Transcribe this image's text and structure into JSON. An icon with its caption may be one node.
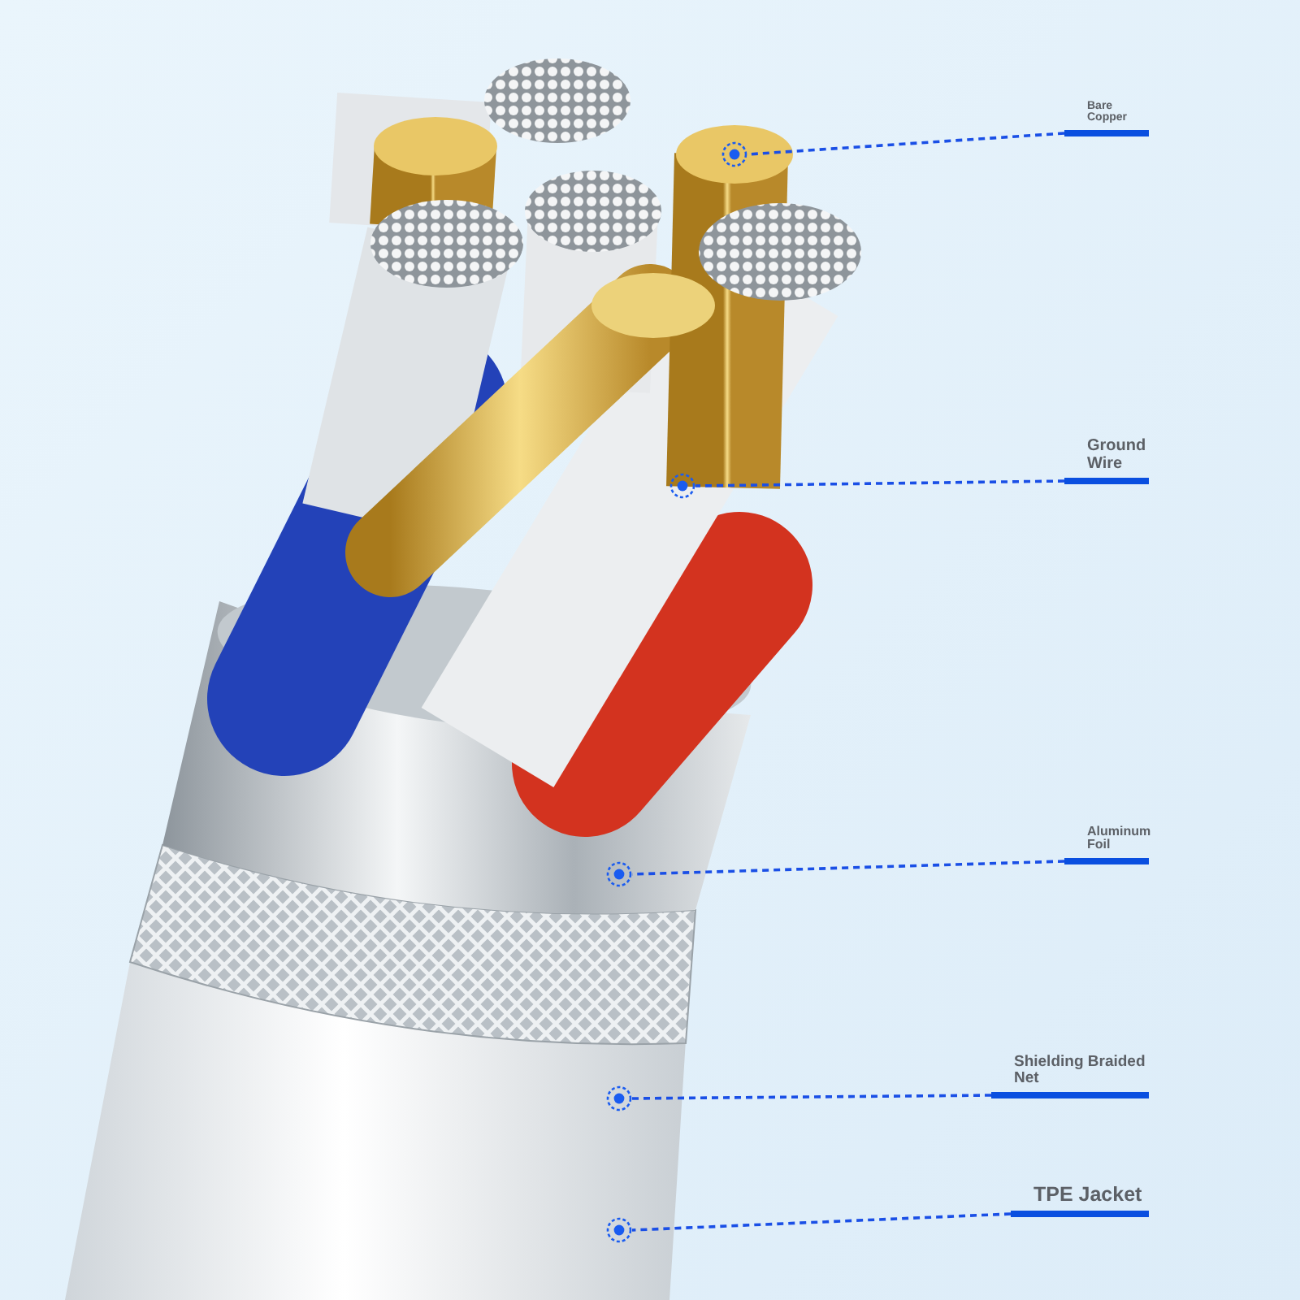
{
  "diagram": {
    "nodes": [
      {
        "text": [
          "Bare Copper"
        ]
      },
      {
        "text": [
          "Ground Wire"
        ]
      },
      {
        "text": [
          "Aluminum Foil"
        ]
      },
      {
        "text": [
          "Shielding Braided Net"
        ]
      },
      {
        "text": [
          "TPE Jacket"
        ]
      }
    ],
    "edges": [
      {
        "from": 0,
        "to": null,
        "arrow": "none",
        "style": "dashed"
      },
      {
        "from": 1,
        "to": null,
        "arrow": "none",
        "style": "dashed"
      },
      {
        "from": 2,
        "to": null,
        "arrow": "none",
        "style": "dashed"
      },
      {
        "from": 3,
        "to": null,
        "arrow": "none",
        "style": "dashed"
      },
      {
        "from": 4,
        "to": null,
        "arrow": "none",
        "style": "dashed"
      }
    ]
  }
}
